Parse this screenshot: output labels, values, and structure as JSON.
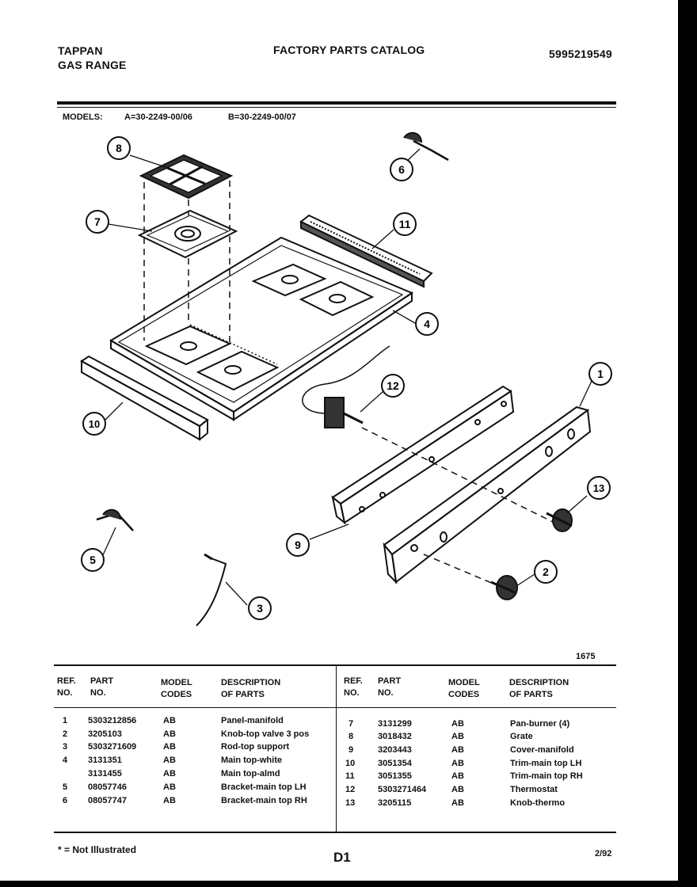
{
  "header": {
    "brand": "TAPPAN",
    "product": "GAS RANGE",
    "catalog_title": "FACTORY PARTS CATALOG",
    "catalog_number": "5995219549"
  },
  "models": {
    "label": "MODELS:",
    "model_a": "A=30-2249-00/06",
    "model_b": "B=30-2249-00/07"
  },
  "diagram": {
    "callouts": [
      "8",
      "6",
      "7",
      "11",
      "4",
      "12",
      "1",
      "10",
      "13",
      "9",
      "5",
      "2",
      "3"
    ],
    "figure_number": "1675"
  },
  "table": {
    "columns": {
      "ref": [
        "REF.",
        "NO."
      ],
      "part": [
        "PART",
        "NO."
      ],
      "model": [
        "MODEL",
        "CODES"
      ],
      "description": [
        "DESCRIPTION",
        "OF PARTS"
      ]
    },
    "left_rows": [
      {
        "ref": "1",
        "part": "5303212856",
        "codes": "AB",
        "desc": "Panel-manifold"
      },
      {
        "ref": "2",
        "part": "3205103",
        "codes": "AB",
        "desc": "Knob-top valve 3 pos"
      },
      {
        "ref": "3",
        "part": "5303271609",
        "codes": "AB",
        "desc": "Rod-top support"
      },
      {
        "ref": "4",
        "part": "3131351",
        "codes": "AB",
        "desc": "Main top-white"
      },
      {
        "ref": "",
        "part": "3131455",
        "codes": "AB",
        "desc": "Main top-almd"
      },
      {
        "ref": "5",
        "part": "08057746",
        "codes": "AB",
        "desc": "Bracket-main top LH"
      },
      {
        "ref": "6",
        "part": "08057747",
        "codes": "AB",
        "desc": "Bracket-main top RH"
      }
    ],
    "right_rows": [
      {
        "ref": "7",
        "part": "3131299",
        "codes": "AB",
        "desc": "Pan-burner (4)"
      },
      {
        "ref": "8",
        "part": "3018432",
        "codes": "AB",
        "desc": "Grate"
      },
      {
        "ref": "9",
        "part": "3203443",
        "codes": "AB",
        "desc": "Cover-manifold"
      },
      {
        "ref": "10",
        "part": "3051354",
        "codes": "AB",
        "desc": "Trim-main top LH"
      },
      {
        "ref": "11",
        "part": "3051355",
        "codes": "AB",
        "desc": "Trim-main top RH"
      },
      {
        "ref": "12",
        "part": "5303271464",
        "codes": "AB",
        "desc": "Thermostat"
      },
      {
        "ref": "13",
        "part": "3205115",
        "codes": "AB",
        "desc": "Knob-thermo"
      }
    ]
  },
  "footer": {
    "note": "* = Not Illustrated",
    "page_code": "D1",
    "date": "2/92"
  }
}
